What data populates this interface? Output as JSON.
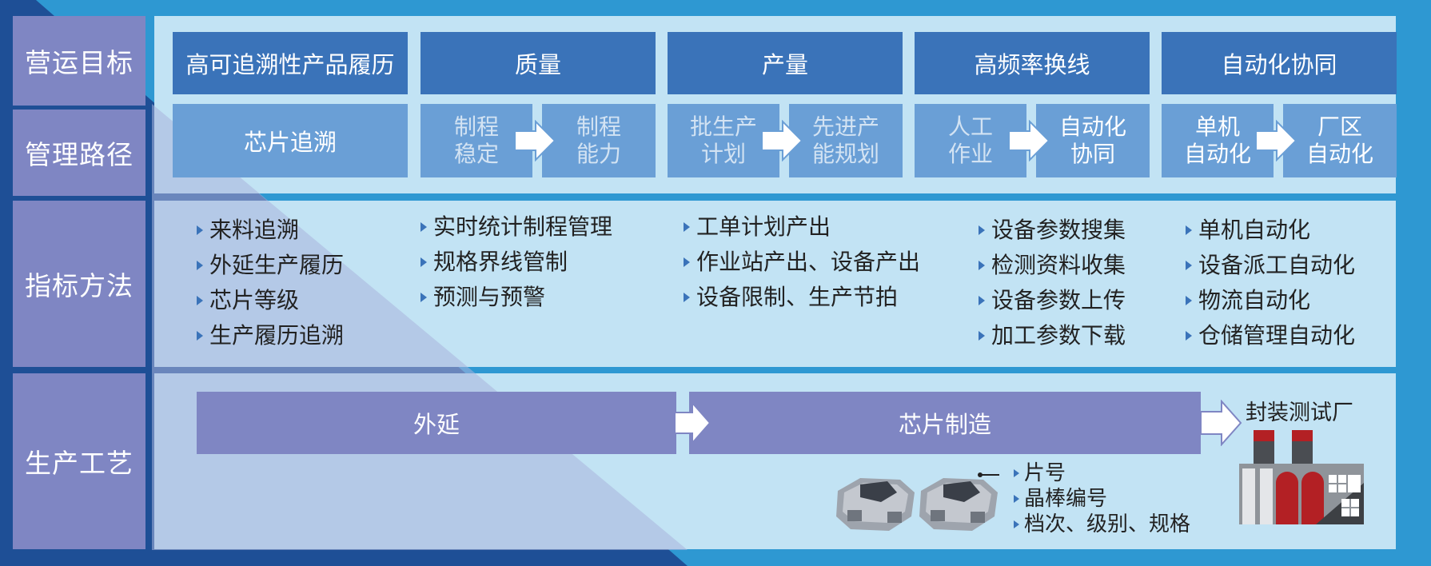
{
  "rows": {
    "r1": "营运目标",
    "r2": "管理路径",
    "r3": "指标方法",
    "r4": "生产工艺"
  },
  "goals": [
    "高可追溯性产品履历",
    "质量",
    "产量",
    "高频率换线",
    "自动化协同"
  ],
  "paths": {
    "single": "芯片追溯",
    "pairs": [
      {
        "from": "制程\n稳定",
        "to": "制程\n能力"
      },
      {
        "from": "批生产\n计划",
        "to": "先进产\n能规划"
      },
      {
        "from": "人工\n作业",
        "to": "自动化\n协同"
      },
      {
        "from": "单机\n自动化",
        "to": "厂区\n自动化"
      }
    ]
  },
  "methods": {
    "col1": [
      "来料追溯",
      "外延生产履历",
      "芯片等级",
      "生产履历追溯"
    ],
    "col2": [
      "实时统计制程管理",
      "规格界线管制",
      "预测与预警"
    ],
    "col3": [
      "工单计划产出",
      "作业站产出、设备产出",
      "设备限制、生产节拍"
    ],
    "col4": [
      "设备参数搜集",
      "检测资料收集",
      "设备参数上传",
      "加工参数下载"
    ],
    "col5": [
      "单机自动化",
      "设备派工自动化",
      "物流自动化",
      "仓储管理自动化"
    ]
  },
  "process": {
    "step1": "外延",
    "step2": "芯片制造",
    "factory": "封装测试厂",
    "chip_info": [
      "片号",
      "晶棒编号",
      "档次、级别、规格"
    ]
  },
  "colors": {
    "background": "#2e98d2",
    "dark_band": "#1e4f96",
    "row_label": "#7f86c3",
    "panel": "#c2e3f4",
    "goal_box": "#3a73b9",
    "path_box": "#6a9fd6"
  }
}
